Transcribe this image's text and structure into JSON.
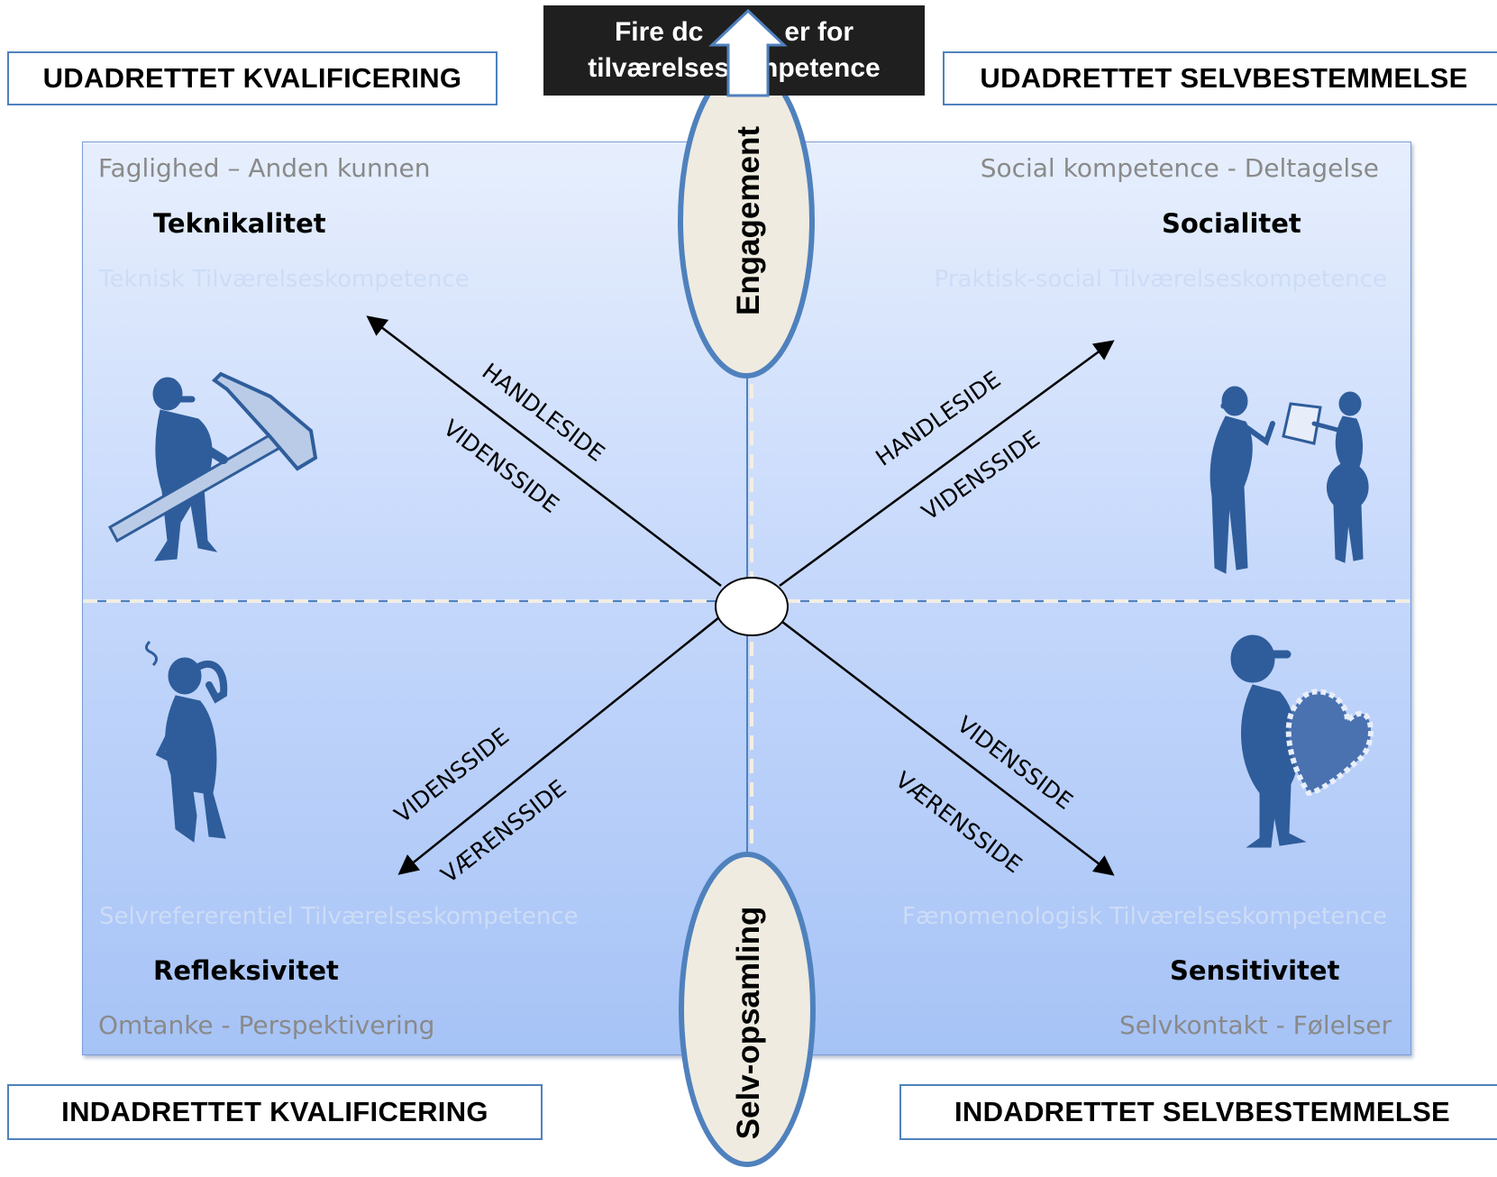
{
  "title": {
    "line1": "Fire dc",
    "line1b": "er for",
    "line2": "tilværelses",
    "line2b": "npetence"
  },
  "corners": {
    "top_left": "UDADRETTET KVALIFICERING",
    "top_right": "UDADRETTET SELVBESTEMMELSE",
    "bottom_left": "INDADRETTET KVALIFICERING",
    "bottom_right": "INDADRETTET SELVBESTEMMELSE"
  },
  "axis": {
    "top": "Engagement",
    "bottom": "Selv-opsamling"
  },
  "quadrants": {
    "top_left": {
      "subtitle": "Faglighed – Anden kunnen",
      "heading": "Teknikalitet",
      "faint": "Teknisk Tilværelseskompetence"
    },
    "top_right": {
      "subtitle": "Social kompetence - Deltagelse",
      "heading": "Socialitet",
      "faint": "Praktisk-social Tilværelseskompetence"
    },
    "bottom_left": {
      "subtitle": "Omtanke - Perspektivering",
      "heading": "Refleksivitet",
      "faint": "Selvrefererentiel Tilværelseskompetence"
    },
    "bottom_right": {
      "subtitle": "Selvkontakt - Følelser",
      "heading": "Sensitivitet",
      "faint": "Fænomenologisk Tilværelseskompetence"
    }
  },
  "diagonal_labels": {
    "tl_outer": "HANDLESIDE",
    "tl_inner": "VIDENSSIDE",
    "tr_outer": "HANDLESIDE",
    "tr_inner": "VIDENSSIDE",
    "bl_outer": "VIDENSSIDE",
    "bl_inner": "VÆRENSSIDE",
    "br_outer": "VIDENSSIDE",
    "br_inner": "VÆRENSSIDE"
  },
  "figures": [
    "hammer-figure-icon",
    "pointing-figure-icon",
    "thinking-figure-icon",
    "heart-figure-icon"
  ],
  "colors": {
    "accent": "#4f81bd",
    "figure": "#2f5d9b",
    "oval_fill": "#efebe0"
  }
}
